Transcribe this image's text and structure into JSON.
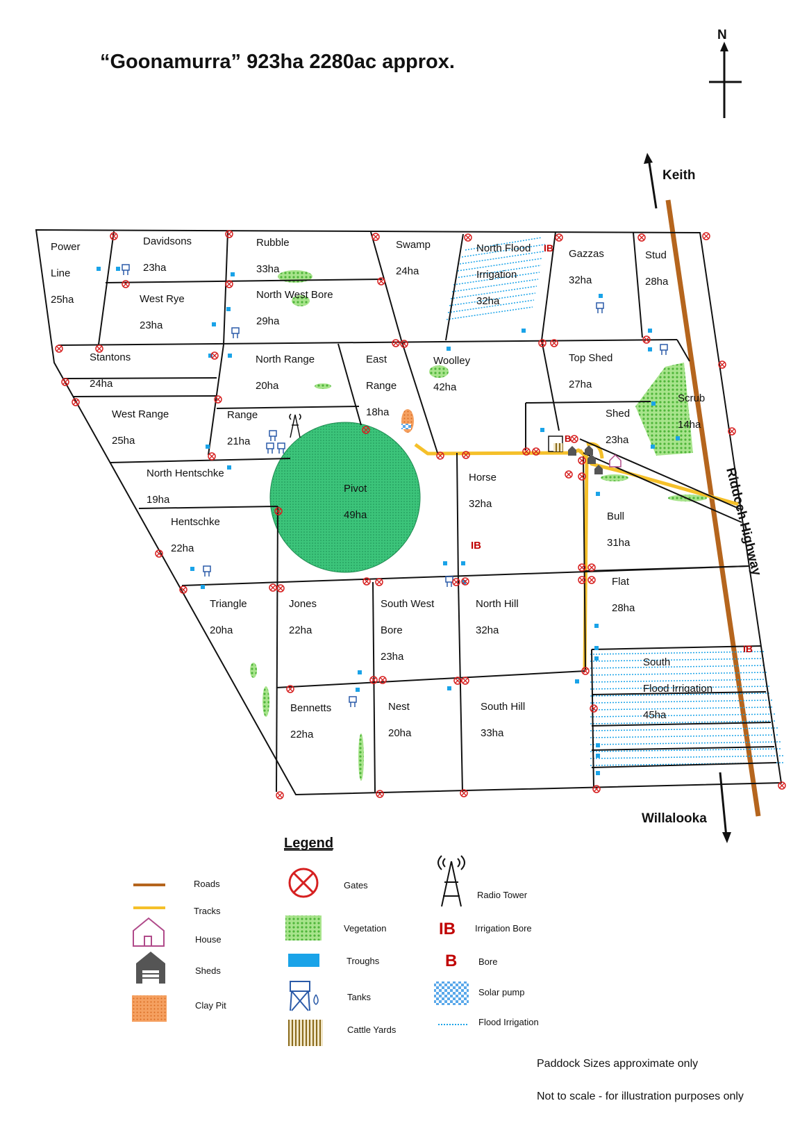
{
  "title": "“Goonamurra” 923ha 2280ac approx.",
  "compass": {
    "north": "N"
  },
  "directions": {
    "keith": "Keith",
    "willalooka": "Willalooka",
    "highway": "Riddoch Highway"
  },
  "paddocks": {
    "power_line": [
      "Power",
      "Line",
      "25ha"
    ],
    "davidsons": [
      "Davidsons",
      "23ha"
    ],
    "rubble": [
      "Rubble",
      "33ha"
    ],
    "swamp": [
      "Swamp",
      "24ha"
    ],
    "north_flood": [
      "North Flood",
      "Irrigation",
      "32ha"
    ],
    "gazzas": [
      "Gazzas",
      "32ha"
    ],
    "stud": [
      "Stud",
      "28ha"
    ],
    "west_rye": [
      "West Rye",
      "23ha"
    ],
    "north_west_bore": [
      "North West Bore",
      "29ha"
    ],
    "stantons": [
      "Stantons",
      "24ha"
    ],
    "north_range": [
      "North Range",
      "20ha"
    ],
    "east_range": [
      "East",
      "Range",
      "18ha"
    ],
    "woolley": [
      "Woolley",
      "42ha"
    ],
    "top_shed": [
      "Top Shed",
      "27ha"
    ],
    "scrub": [
      "Scrub",
      "14ha"
    ],
    "west_range": [
      "West Range",
      "25ha"
    ],
    "range": [
      "Range",
      "21ha"
    ],
    "shed": [
      "Shed",
      "23ha"
    ],
    "north_hentschke": [
      "North Hentschke",
      "19ha"
    ],
    "pivot": [
      "Pivot",
      "49ha"
    ],
    "horse": [
      "Horse",
      "32ha"
    ],
    "bull": [
      "Bull",
      "31ha"
    ],
    "hentschke": [
      "Hentschke",
      "22ha"
    ],
    "flat": [
      "Flat",
      "28ha"
    ],
    "triangle": [
      "Triangle",
      "20ha"
    ],
    "jones": [
      "Jones",
      "22ha"
    ],
    "south_west_bore": [
      "South West",
      "Bore",
      "23ha"
    ],
    "north_hill": [
      "North Hill",
      "32ha"
    ],
    "south_flood": [
      "South",
      "Flood Irrigation",
      "45ha"
    ],
    "bennetts": [
      "Bennetts",
      "22ha"
    ],
    "nest": [
      "Nest",
      "20ha"
    ],
    "south_hill": [
      "South Hill",
      "33ha"
    ]
  },
  "markers": {
    "ib": "IB",
    "b": "B"
  },
  "legend": {
    "heading": "Legend",
    "roads": "Roads",
    "tracks": "Tracks",
    "house": "House",
    "sheds": "Sheds",
    "clay_pit": "Clay Pit",
    "gates": "Gates",
    "vegetation": "Vegetation",
    "troughs": "Troughs",
    "tanks": "Tanks",
    "cattle_yards": "Cattle Yards",
    "radio_tower": "Radio Tower",
    "irrigation_bore": "Irrigation Bore",
    "bore": "Bore",
    "solar_pump": "Solar pump",
    "flood_irrigation": "Flood Irrigation",
    "ib_symbol": "IB",
    "b_symbol": "B"
  },
  "notes": [
    "Paddock Sizes approximate only",
    "Not to scale - for illustration purposes only"
  ],
  "colors": {
    "road": "#b5651d",
    "track": "#f5c02a",
    "pivot": "#2ab56a",
    "vegetation": "#7bd45a",
    "trough": "#1aa3e8",
    "gate": "#d62020",
    "irrigation": "#1aa3e8",
    "clay": "#f08a3c",
    "marker": "#c00000"
  }
}
